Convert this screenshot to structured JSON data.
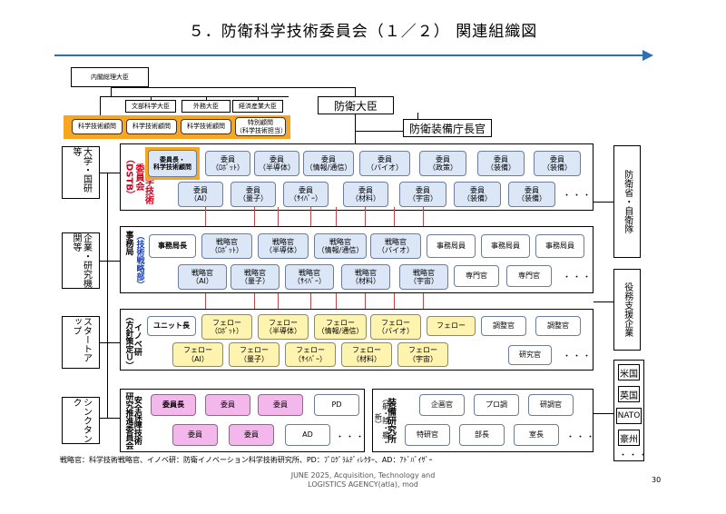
{
  "title": "５．防衛科学技術委員会（１／２） 関連組織図",
  "top": {
    "pm": "内閣総理大臣",
    "ministers": [
      "文部科学大臣",
      "外務大臣",
      "経済産業大臣"
    ],
    "advisors": [
      "科学技術顧問",
      "科学技術顧問",
      "科学技術顧問",
      "特別顧問\n（科学技術担当）"
    ],
    "defense_minister": "防衛大臣",
    "agency_commissioner": "防衛装備庁長官"
  },
  "left_labels": [
    "大学・国研等",
    "企業・研究機関等",
    "スタートアップ",
    "シンクタンク"
  ],
  "right_labels": {
    "sdf": "防衛省・自衛隊",
    "support": "役務支援企業",
    "countries": [
      "米国",
      "英国",
      "NATO",
      "豪州"
    ],
    "countries_more": "・・・"
  },
  "regions": {
    "dstb": {
      "label_red": "防衛科学技術委員会（DSTB）",
      "chair": "委員長・\n科学技術顧問",
      "row1": [
        "委員\n（ﾛﾎﾞｯﾄ）",
        "委員\n（半導体）",
        "委員\n（情報/通信）",
        "委員\n（バイオ）",
        "委員\n（政策）",
        "委員\n（装備）",
        "委員\n（装備）"
      ],
      "row2": [
        "委員\n（AI）",
        "委員\n（量子）",
        "委員\n（ｻｲﾊﾞｰ）",
        "委員\n（材料）",
        "委員\n（宇宙）",
        "委員\n（装備）",
        "委員\n（装備）"
      ],
      "more": "・・・"
    },
    "secretariat": {
      "label_top": "事務局",
      "label_blue": "（技術戦略部）",
      "head": "事務局長",
      "row1": [
        "戦略官\n（ﾛﾎﾞｯﾄ）",
        "戦略官\n（半導体）",
        "戦略官\n（情報/通信）",
        "戦略官\n（バイオ）",
        "事務局員",
        "事務局員",
        "事務局員"
      ],
      "row2": [
        "戦略官\n（AI）",
        "戦略官\n（量子）",
        "戦略官\n（ｻｲﾊﾞｰ）",
        "戦略官\n（材料）",
        "戦略官\n（宇宙）",
        "専門官",
        "専門官"
      ],
      "more": "・・・"
    },
    "innovation": {
      "label": "イノベ研\n（方針策定Ｕ）",
      "head": "ユニット長",
      "row1": [
        "フェロー\n（ﾛﾎﾞｯﾄ）",
        "フェロー\n（半導体）",
        "フェロー\n（情報/通信）",
        "フェロー\n（バイオ）",
        "フェロー",
        "調整官",
        "調整官"
      ],
      "row2": [
        "フェロー\n（AI）",
        "フェロー\n（量子）",
        "フェロー\n（ｻｲﾊﾞｰ）",
        "フェロー\n（材料）",
        "フェロー\n（宇宙）",
        "研究官"
      ],
      "more": "・・・"
    },
    "security": {
      "label": "安全保障技術\n研究推進委員会",
      "row1": [
        "委員長",
        "委員",
        "委員",
        "PD"
      ],
      "row2": [
        "委員",
        "委員",
        "AD"
      ],
      "more": "・・・"
    },
    "research": {
      "label_sub": "（航・陸・艦・新）",
      "label": "装備研究所",
      "row1": [
        "企画官",
        "プロ調",
        "研調官"
      ],
      "row2": [
        "特研官",
        "部長",
        "室長"
      ],
      "more": "・・・"
    }
  },
  "footnote": "戦略官：科学技術戦略官、イノベ研：防衛イノベーション科学技術研究所、PD：ﾌﾟﾛｸﾞﾗﾑﾃﾞｨﾚｸﾀｰ、AD：ｱﾄﾞﾊﾞｲｻﾞｰ",
  "credit": "JUNE 2025, Acquisition, Technology and\nLOGISTICS AGENCY(atla), mod",
  "page_number": "30",
  "colors": {
    "accent_blue": "#2f6fb3",
    "orange": "#f5a623",
    "red": "#d0021b",
    "node_blue": "#dbe6f6",
    "node_yellow": "#fff3b0",
    "node_pink": "#f4b7ec"
  }
}
